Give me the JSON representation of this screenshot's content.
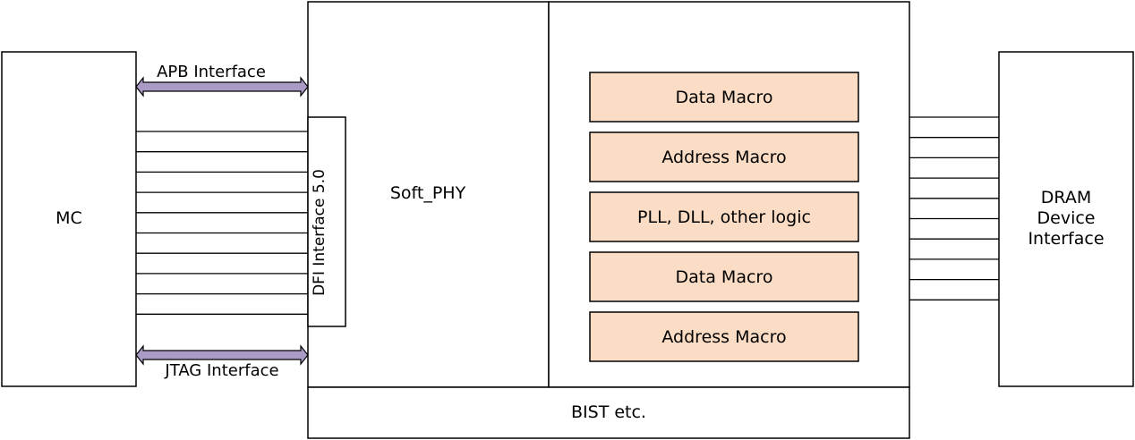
{
  "diagram": {
    "mc_label": "MC",
    "apb_label": "APB Interface",
    "jtag_label": "JTAG Interface",
    "dfi_label": "DFI Interface 5.0",
    "soft_phy_label": "Soft_PHY",
    "bist_label": "BIST etc.",
    "dram_label": [
      "DRAM",
      "Device",
      "Interface"
    ],
    "macros": [
      "Data Macro",
      "Address Macro",
      "PLL, DLL, other logic",
      "Data Macro",
      "Address Macro"
    ],
    "colors": {
      "macro_fill": "#fbdcc4",
      "arrow_fill": "#a99bc6",
      "stroke": "#000000"
    }
  }
}
